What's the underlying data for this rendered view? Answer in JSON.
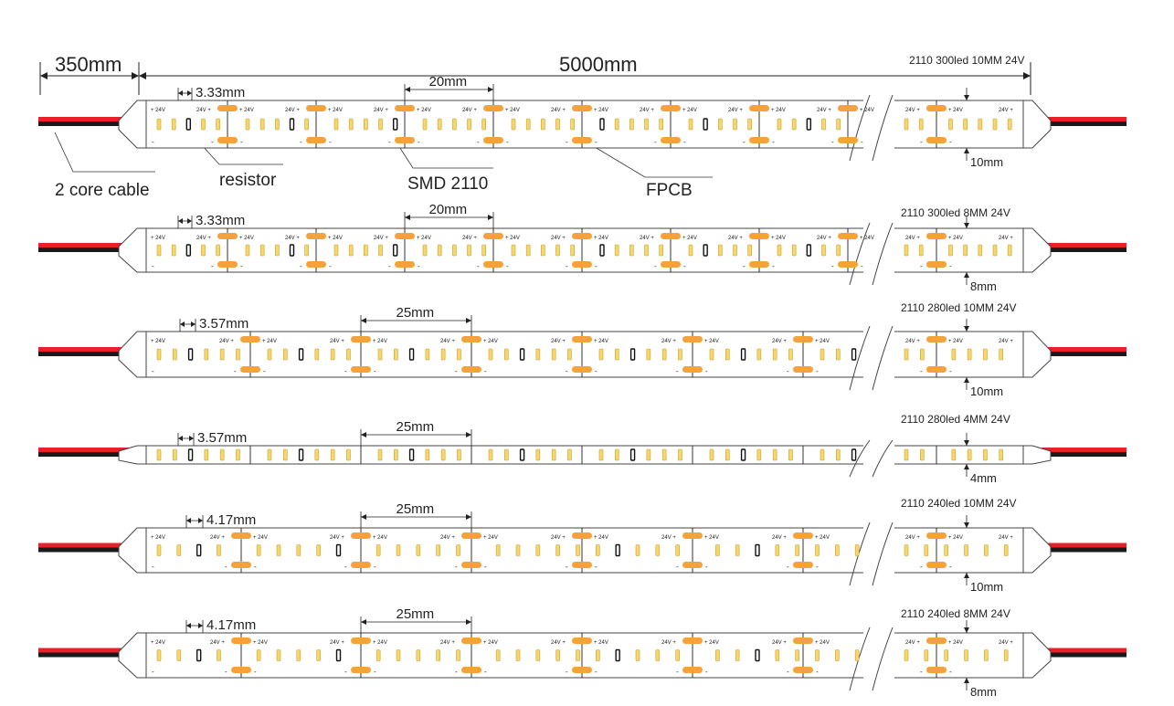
{
  "header": {
    "cable_length": "350mm",
    "strip_length": "5000mm"
  },
  "callouts": {
    "cable": "2 core cable",
    "resistor": "resistor",
    "smd": "SMD 2110",
    "fpcb": "FPCB"
  },
  "pcb_marks": {
    "plus": "+",
    "minus": "-",
    "voltage": "24V"
  },
  "colors": {
    "cable_red": "#e8202a",
    "cable_black": "#1a1a1a",
    "pad_orange": "#f6a23a",
    "led_yellow": "#f7d66a",
    "outline": "#444444"
  },
  "strips": [
    {
      "title": "2110 300led 10MM 24V",
      "width_label": "10mm",
      "pitch_label": "3.33mm",
      "cut_label": "20mm",
      "sealed": true
    },
    {
      "title": "2110 300led 8MM 24V",
      "width_label": "8mm",
      "pitch_label": "3.33mm",
      "cut_label": "20mm",
      "sealed": true
    },
    {
      "title": "2110 280led 10MM 24V",
      "width_label": "10mm",
      "pitch_label": "3.57mm",
      "cut_label": "25mm",
      "sealed": true
    },
    {
      "title": "2110 280led 4MM 24V",
      "width_label": "4mm",
      "pitch_label": "3.57mm",
      "cut_label": "25mm",
      "sealed": false
    },
    {
      "title": "2110 240led 10MM 24V",
      "width_label": "10mm",
      "pitch_label": "4.17mm",
      "cut_label": "25mm",
      "sealed": true
    },
    {
      "title": "2110 240led 8MM 24V",
      "width_label": "8mm",
      "pitch_label": "4.17mm",
      "cut_label": "25mm",
      "sealed": true
    }
  ]
}
